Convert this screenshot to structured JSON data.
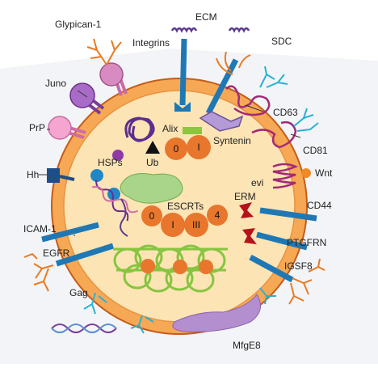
{
  "labels": {
    "glypican": "Glypican-1",
    "ecm": "ECM",
    "integrins": "Integrins",
    "sdc": "SDC",
    "juno": "Juno",
    "prp": "PrP",
    "cd63": "CD63",
    "alix": "Alix",
    "syntenin": "Syntenin",
    "ub": "Ub",
    "cd81": "CD81",
    "hsps": "HSPs",
    "hh": "Hh",
    "evi": "evi",
    "wnt": "Wnt",
    "erm": "ERM",
    "cd44": "CD44",
    "escrts": "ESCRTs",
    "icam": "ICAM-1",
    "ptgfrn": "PTGFRN",
    "egfr": "EGFR",
    "igsf8": "IGSF8",
    "gag": "Gag",
    "mfge8": "MfgE8"
  },
  "alix_nums": [
    "0",
    "I"
  ],
  "escrt_nums": [
    "0",
    "I",
    "III",
    "4"
  ],
  "colors": {
    "vesicle_fill": "#fde3b0",
    "membrane": "#f6a24a",
    "membrane_outline": "#c65e1a",
    "blue": "#1f78b4",
    "orange": "#e8762c",
    "green": "#8cc63f",
    "purple": "#6a2c91",
    "pink": "#d88bc0",
    "red": "#b5121b",
    "cyan": "#27b3d3"
  }
}
